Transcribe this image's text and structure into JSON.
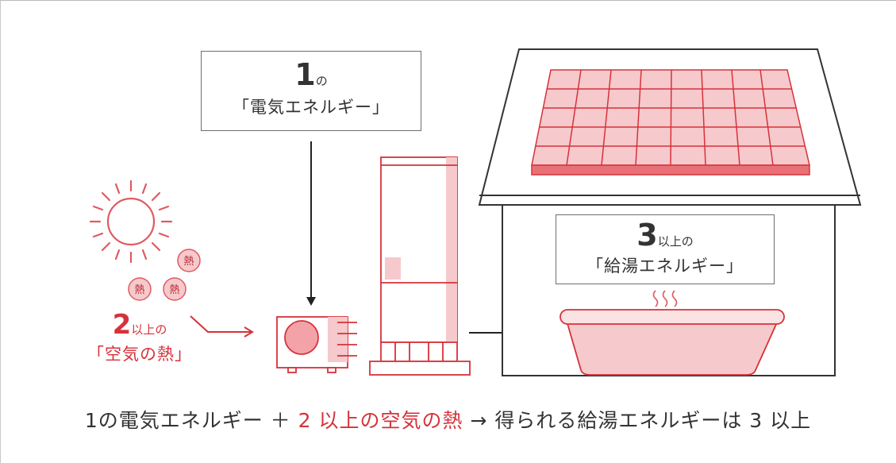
{
  "electric_box": {
    "number": "1",
    "suffix": "の",
    "label": "「電気エネルギー」"
  },
  "hotwater_box": {
    "number": "3",
    "suffix": "以上の",
    "label": "「給湯エネルギー」"
  },
  "air_heat": {
    "number": "2",
    "suffix": "以上の",
    "label": "「空気の熱」"
  },
  "heat_bubbles": [
    "熱",
    "熱",
    "熱"
  ],
  "steam_symbol": "≋",
  "caption": {
    "part1": "1の電気エネルギー ＋ ",
    "part2": "2 以上の空気の熱",
    "part3": " → 得られる給湯エネルギーは 3 以上"
  },
  "colors": {
    "accent_red": "#d6323a",
    "pink_fill": "#f6c9cc",
    "panel_fill": "#f3a3a7",
    "line_gray": "#555555"
  },
  "icons": [
    "sun-icon",
    "outdoor-unit-icon",
    "water-tank-icon",
    "house-icon",
    "solar-panel-icon",
    "bathtub-icon",
    "steam-icon"
  ]
}
